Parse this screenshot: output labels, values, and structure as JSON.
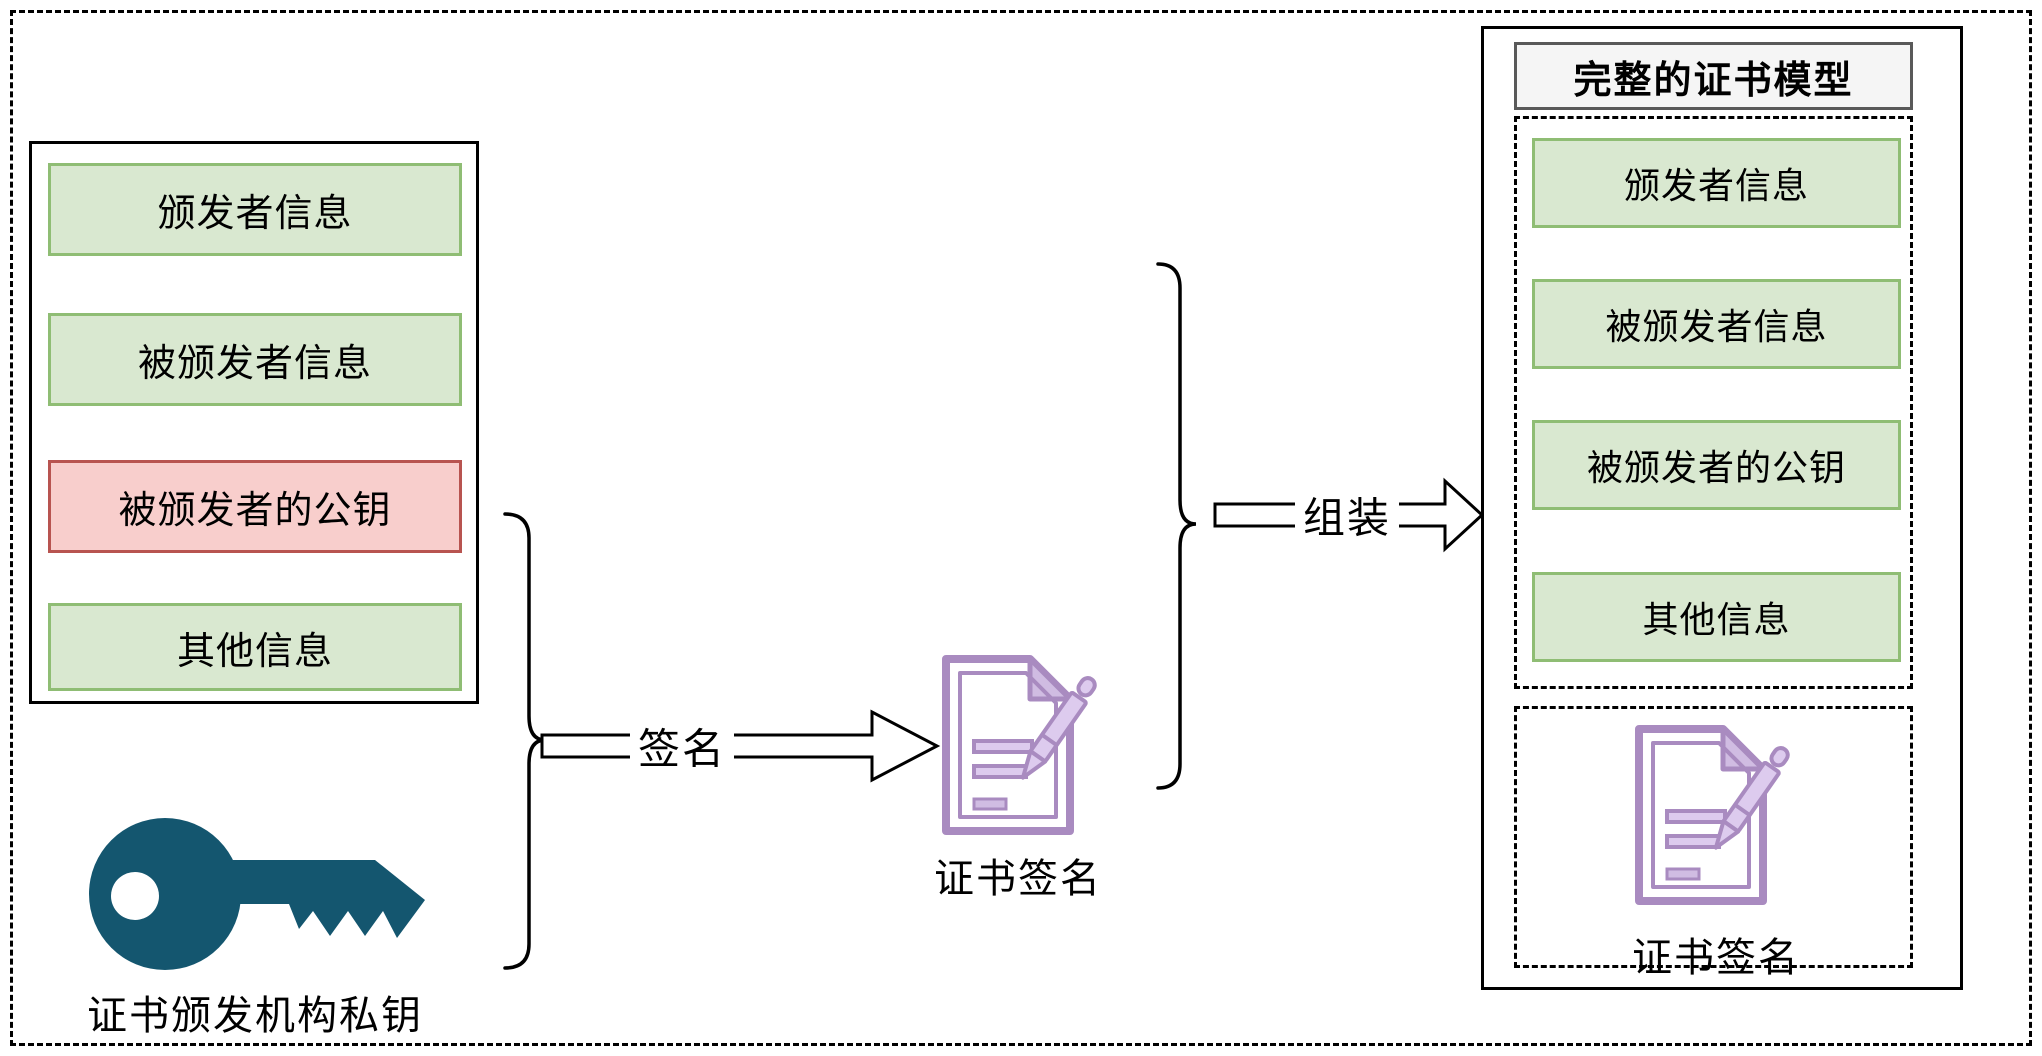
{
  "colors": {
    "green_fill": "#d9e8d0",
    "green_border": "#8fbd74",
    "red_fill": "#f8cecc",
    "red_border": "#b85450",
    "header_fill": "#f5f5f5",
    "header_border": "#595959",
    "key_color": "#14566F",
    "purple_stroke": "#a98bc0",
    "purple_light": "#ddcbee",
    "purple_mid": "#d0bce2"
  },
  "icons": {
    "private_key": "key-icon",
    "certificate_signature": "document-pen-icon"
  },
  "left_panel": {
    "rows": [
      {
        "label": "颁发者信息",
        "style": "green"
      },
      {
        "label": "被颁发者信息",
        "style": "green"
      },
      {
        "label": "被颁发者的公钥",
        "style": "red"
      },
      {
        "label": "其他信息",
        "style": "green"
      }
    ],
    "private_key_label": "证书颁发机构私钥"
  },
  "flow": {
    "sign_label": "签名",
    "signature_label": "证书签名",
    "assemble_label": "组装"
  },
  "right_panel": {
    "title": "完整的证书模型",
    "rows": [
      {
        "label": "颁发者信息"
      },
      {
        "label": "被颁发者信息"
      },
      {
        "label": "被颁发者的公钥"
      },
      {
        "label": "其他信息"
      }
    ],
    "signature_label": "证书签名"
  }
}
